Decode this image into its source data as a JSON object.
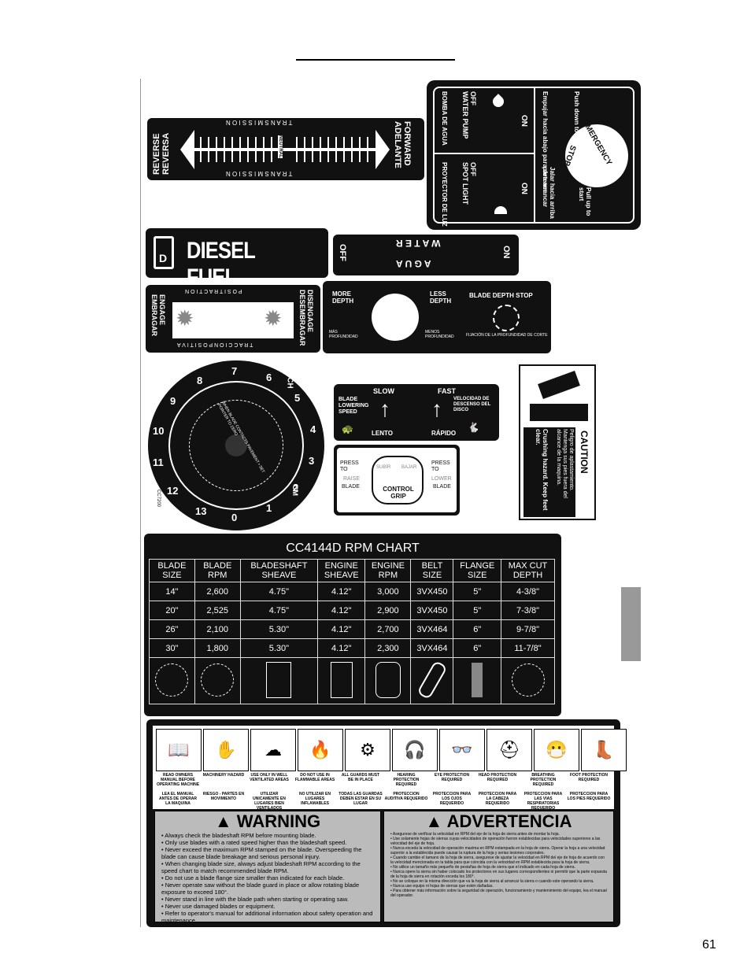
{
  "page_number": "61",
  "transmission_decal": {
    "left_label_1": "REVERSE",
    "left_label_2": "REVERSA",
    "right_label_1": "FORWARD",
    "right_label_2": "ADELANTE",
    "word_top": "T R A N S M I S S I O N",
    "word_bottom": "T R A N S M I S S I O N",
    "neutral": "NEUTRAL"
  },
  "emergency_decal": {
    "on_1": "ON",
    "off_1": "OFF",
    "water_pump": "WATER PUMP",
    "bomba": "BOMBA DE AGUA",
    "on_2": "ON",
    "off_2": "OFF",
    "spot_light": "SPOT LIGHT",
    "proyector": "PROYECTOR DE LUZ",
    "push_down": "Push down to stop",
    "empujar": "Empujar hacia abajo para detener",
    "emergency": "EMERGENCY",
    "stop": "STOP",
    "pull_up": "Pull up to start",
    "jalar": "Jalar hacia arriba para arrancar"
  },
  "diesel_decal": {
    "text": "DIESEL FUEL"
  },
  "water_decal": {
    "off": "OFF",
    "water": "W A T E R",
    "agua": "A G U A",
    "on": "ON"
  },
  "traction_decal": {
    "engage": "ENGAGE",
    "embragar": "EMBRAGAR",
    "disengage": "DISENGAGE",
    "desembragar": "DESEMBRAGAR",
    "top": "P O S I T R A C T I O N",
    "bottom": "T R A C C I O N   P O S I T I V A"
  },
  "depth_decal": {
    "more_depth": "MORE DEPTH",
    "mas": "MÁS PROFUNDIDAD",
    "less_depth": "LESS DEPTH",
    "menos": "MENOS PROFUNDIDAD",
    "stop": "BLADE DEPTH STOP",
    "fijacion": "FIJACIÓN DE LA PROFUNDIDAD DE CORTE"
  },
  "dial_decal": {
    "inch": "INCH",
    "cm": "CM",
    "code": "CC7200",
    "ring_text": "WHEN BLADE CONTACTS PAVEMENT • SET POINTER TO ZERO",
    "numbers": [
      "0",
      "1",
      "2",
      "3",
      "4",
      "5",
      "6",
      "7",
      "8",
      "9",
      "10",
      "11",
      "12",
      "13"
    ]
  },
  "speed_decal": {
    "blade_lowering": "BLADE LOWERING SPEED",
    "slow": "SLOW",
    "fast": "FAST",
    "velocidad": "VELOCIDAD DE DESCENSO DEL DISCO",
    "lento": "LENTO",
    "rapido": "RÁPIDO"
  },
  "grip_decal": {
    "press_to_raise": "PRESS TO",
    "raise": "RAISE",
    "blade_1": "BLADE",
    "subir": "SUBIR",
    "bajar": "BAJAR",
    "control_grip": "CONTROL GRIP",
    "press_to_lower": "PRESS TO",
    "lower": "LOWER",
    "blade_2": "BLADE"
  },
  "caution_decal": {
    "caution": "CAUTION",
    "en": "Crushing hazard. Keep feet clear.",
    "es": "Peligro de aplastamiento. Mantenga sus pies fuera del alcance de la maquina."
  },
  "rpm_chart": {
    "title": "CC4144D RPM CHART",
    "headers": [
      [
        "BLADE",
        "SIZE"
      ],
      [
        "BLADE",
        "RPM"
      ],
      [
        "BLADESHAFT",
        "SHEAVE"
      ],
      [
        "ENGINE",
        "SHEAVE"
      ],
      [
        "ENGINE",
        "RPM"
      ],
      [
        "BELT",
        "SIZE"
      ],
      [
        "FLANGE",
        "SIZE"
      ],
      [
        "MAX CUT",
        "DEPTH"
      ]
    ],
    "rows": [
      [
        "14\"",
        "2,600",
        "4.75\"",
        "4.12\"",
        "3,000",
        "3VX450",
        "5\"",
        "4-3/8\""
      ],
      [
        "20\"",
        "2,525",
        "4.75\"",
        "4.12\"",
        "2,900",
        "3VX450",
        "5\"",
        "7-3/8\""
      ],
      [
        "26\"",
        "2,100",
        "5.30\"",
        "4.12\"",
        "2,700",
        "3VX464",
        "6\"",
        "9-7/8\""
      ],
      [
        "30\"",
        "1,800",
        "5.30\"",
        "4.12\"",
        "2,300",
        "3VX464",
        "6\"",
        "11-7/8\""
      ]
    ]
  },
  "safety_decal": {
    "icons": [
      "book-icon",
      "machinery-hazard-icon",
      "ventilation-icon",
      "flame-icon",
      "guard-icon",
      "hearing-icon",
      "eye-icon",
      "head-icon",
      "breathing-icon",
      "boot-icon"
    ],
    "captions_en": [
      "READ OWNERS MANUAL BEFORE OPERATING MACHINE",
      "MACHINERY HAZARD",
      "USE ONLY IN WELL VENTILATED AREAS",
      "DO NOT USE IN FLAMMABLE AREAS",
      "ALL GUARDS MUST BE IN PLACE",
      "HEARING PROTECTION REQUIRED",
      "EYE PROTECTION REQUIRED",
      "HEAD PROTECTION REQUIRED",
      "BREATHING PROTECTION REQUIRED",
      "FOOT PROTECTION REQUIRED"
    ],
    "captions_es": [
      "LEA EL MANUAL ANTES DE OPERAR LA MAQUINA",
      "RIESGO - PARTES EN MOVIMIENTO",
      "UTILIZAR UNICAMENTE EN LUGARES BIEN VENTILADOS",
      "NO UTILIZAR EN LUGARES INFLAMABLES",
      "TODAS LAS GUARDAS DEBEN ESTAR EN SU LUGAR",
      "PROTECCION AUDITIVA REQUERIDO",
      "PROTECCION PARA LOS OJOS REQUERIDO",
      "PROTECCION PARA LA CABEZA REQUERIDO",
      "PROTECCION PARA LAS VIAS RESPIRATORIAS REQUERIDO",
      "PROTECCION PARA LOS PIES REQUERIDO"
    ],
    "warning_title": "WARNING",
    "warning_items": [
      "Always check the bladeshaft RPM before mounting blade.",
      "Only use blades with a rated speed higher than the bladeshaft speed.",
      "Never exceed the maximum RPM stamped on the blade. Overspeeding the blade can cause blade breakage and serious personal injury.",
      "When changing blade size, always adjust bladeshaft RPM according to the speed chart to match recommended blade RPM.",
      "Do not use a blade flange size smaller than indicated for each blade.",
      "Never operate saw without the blade guard in place or allow rotating blade exposure to exceed 180°.",
      "Never stand in line with the blade path when starting or operating saw.",
      "Never use damaged blades or equipment.",
      "Refer to operator's manual for additional information about safety operation and maintenance."
    ],
    "advertencia_title": "ADVERTENCIA",
    "advertencia_items": [
      "Asegurese de verificar la velocidad en RPM del eje de la hoja de sierra antes de montar la hoja.",
      "Use solamente hojas de sierras cuyas velocidades de operación fueron establecidas para velocidades superiores a las velocidad del eje de hoja.",
      "Nunca exceda la velocidad de operación maxima en RPM estampada en la hoja de sierra. Operar la hoja a una velocidad superior a la establecida puede causar la ruptura de la hoja y serias lesiones corporales.",
      "Cuando cambie el tamano de la hoja de sierra, asegurese de ajustar la velocidad en RPM del eje de hoja de acuerdo con la velocidad mencionada en la tabla para que coincida con la velocidad en RPM establecida para la hoja de sierra.",
      "No utilice un tamaño más pequeño de pestañas de hoja de sierra que el indicado en cada hoja de sierra.",
      "Nunca opere la sierra sin haber colocado los protectores en sus lugares correspondientes ni permitir que la parte expuesta de la hoja de sierra en rotación exceda los 180°.",
      "No se coloque en la misma dirección que va la hoja de sierra al arrancar la sierra o cuando este operando la sierra.",
      "Nunca use equipo ni hojas de sierras que estén dañadas.",
      "Para obtener más información sobre la seguridad de operación, funcionamiento y mantenimiento del equipo, lea el manual del operador."
    ]
  }
}
